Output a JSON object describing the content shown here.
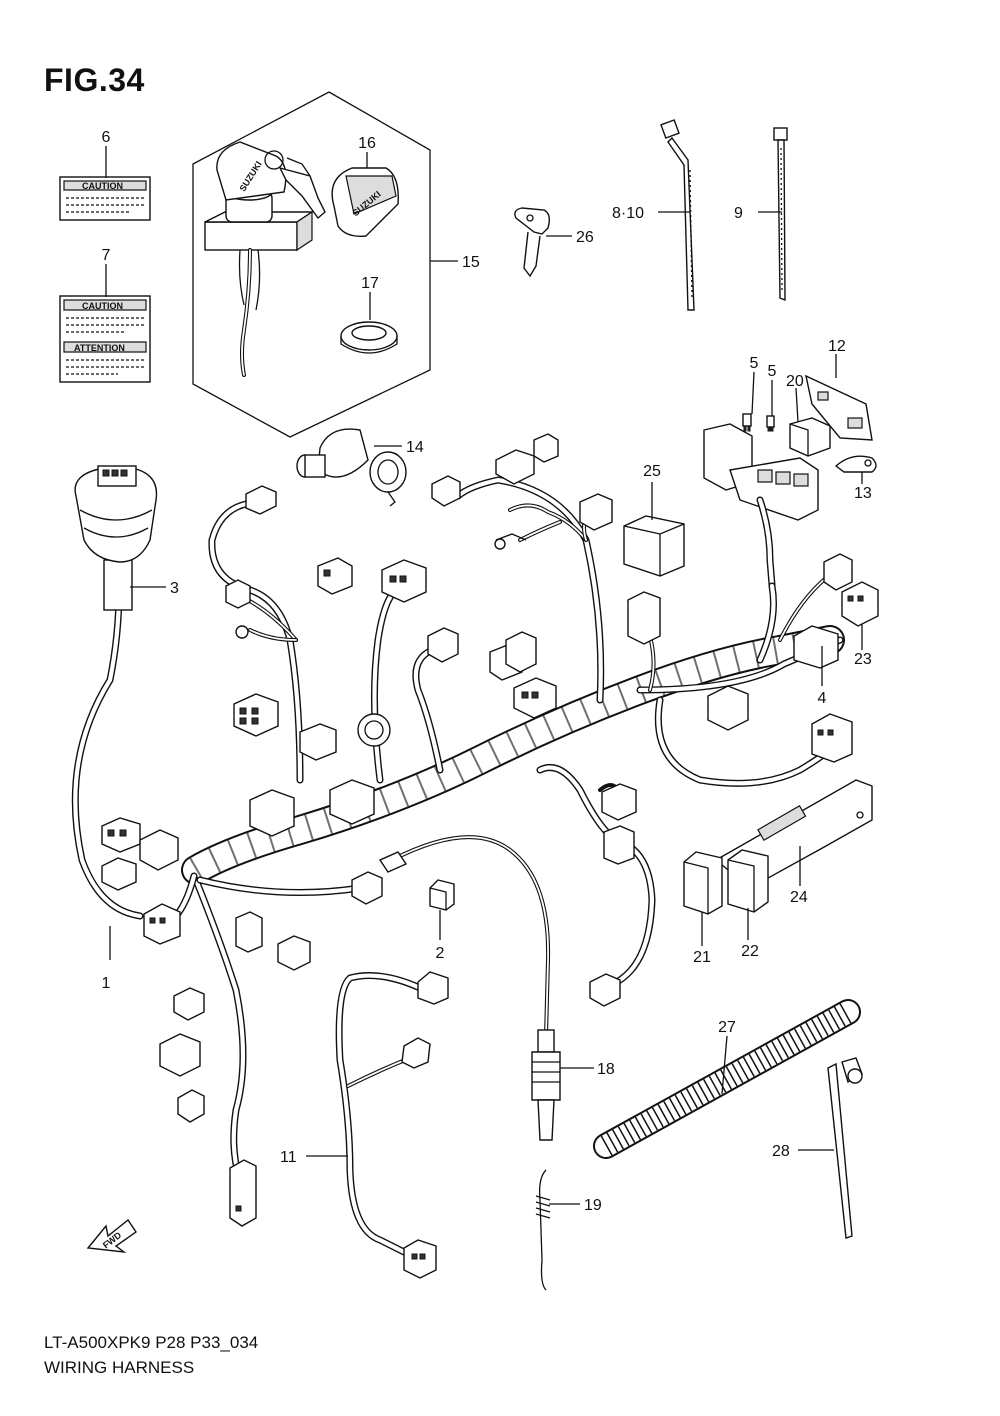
{
  "figure_title": "FIG.34",
  "model_code": "LT-A500XPK9 P28 P33_034",
  "caption": "WIRING HARNESS",
  "labels": {
    "caution": "CAUTION",
    "attention": "ATTENTION",
    "suzuki": "SUZUKI",
    "fwd": "FWD"
  },
  "callouts": [
    "1",
    "2",
    "3",
    "4",
    "5",
    "5",
    "6",
    "7",
    "8·10",
    "9",
    "11",
    "12",
    "13",
    "14",
    "15",
    "16",
    "17",
    "18",
    "19",
    "20",
    "21",
    "22",
    "23",
    "24",
    "25",
    "26",
    "27",
    "28"
  ]
}
